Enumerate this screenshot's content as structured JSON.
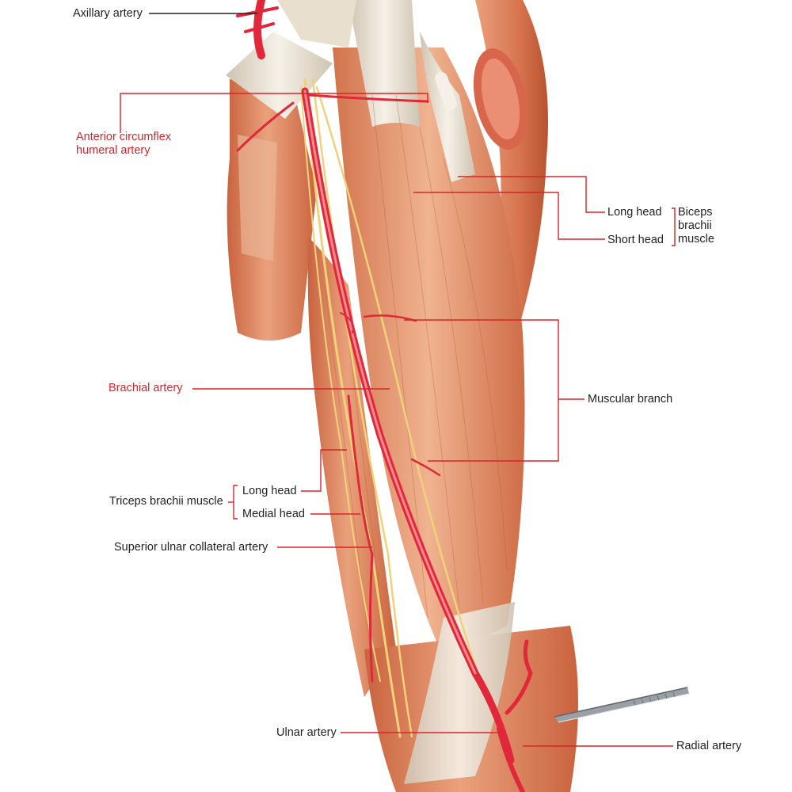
{
  "colors": {
    "accent_red": "#d8242b",
    "leader_black": "#222222",
    "muscle": "#e28a63",
    "muscle_dark": "#c9633f",
    "tendon": "#ede4d6",
    "artery": "#e0283a",
    "nerve": "#f0d27a",
    "background": "#ffffff"
  },
  "labels": {
    "axillary_artery": "Axillary artery",
    "anterior_circumflex_line1": "Anterior circumflex",
    "anterior_circumflex_line2": "humeral artery",
    "brachial_artery": "Brachial artery",
    "biceps_long_head": "Long head",
    "biceps_short_head": "Short head",
    "biceps_group_line1": "Biceps",
    "biceps_group_line2": "brachii",
    "biceps_group_line3": "muscle",
    "muscular_branch": "Muscular branch",
    "triceps_group": "Triceps brachii muscle",
    "triceps_long_head": "Long head",
    "triceps_medial_head": "Medial head",
    "superior_ulnar_collateral": "Superior ulnar collateral artery",
    "ulnar_artery": "Ulnar artery",
    "radial_artery": "Radial artery",
    "forceps_icon": "forceps-icon"
  }
}
